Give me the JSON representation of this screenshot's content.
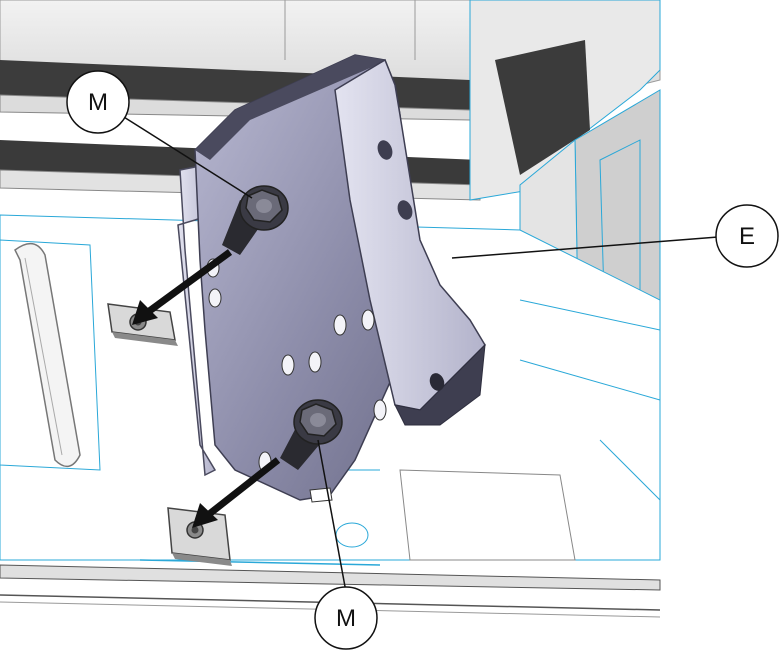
{
  "callouts": {
    "top_left": "M",
    "right": "E",
    "bottom": "M"
  },
  "colors": {
    "bracket": "#8a8aa6",
    "bracket_light": "#c9c9de",
    "bracket_dark": "#55556e",
    "bolt": "#3a3a44",
    "arrow": "#111111",
    "outline_blue": "#2aa8d8",
    "frame_gray": "#d8d8d8"
  }
}
